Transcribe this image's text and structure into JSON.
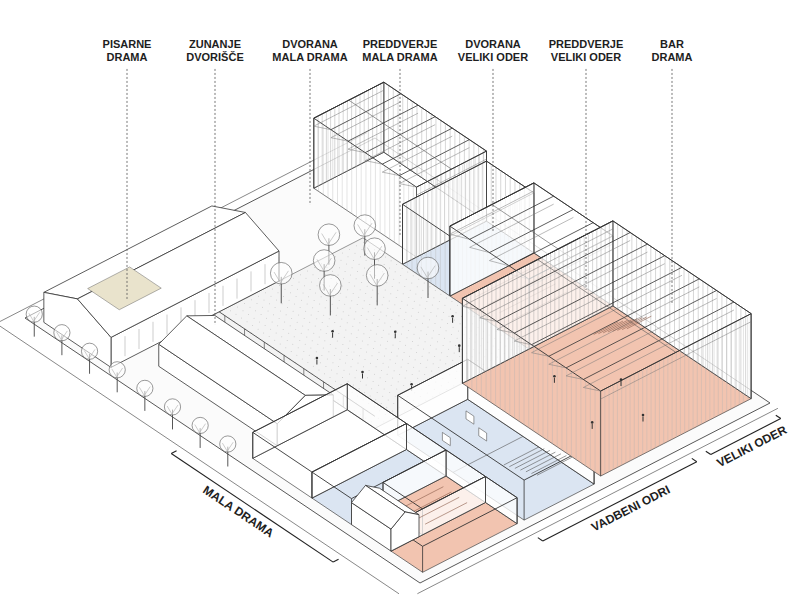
{
  "diagram": {
    "labels": [
      "PISARNE DRAMA",
      "ZUNANJE DVORIŠČE",
      "DVORANA MALA DRAMA",
      "PREDDVERJE MALA DRAMA",
      "DVORANA VELIKI ODER",
      "PREDDVERJE VELIKI ODER",
      "BAR DRAMA",
      "MALA DRAMA",
      "VADBENI ODRI",
      "VELIKI ODER"
    ]
  }
}
